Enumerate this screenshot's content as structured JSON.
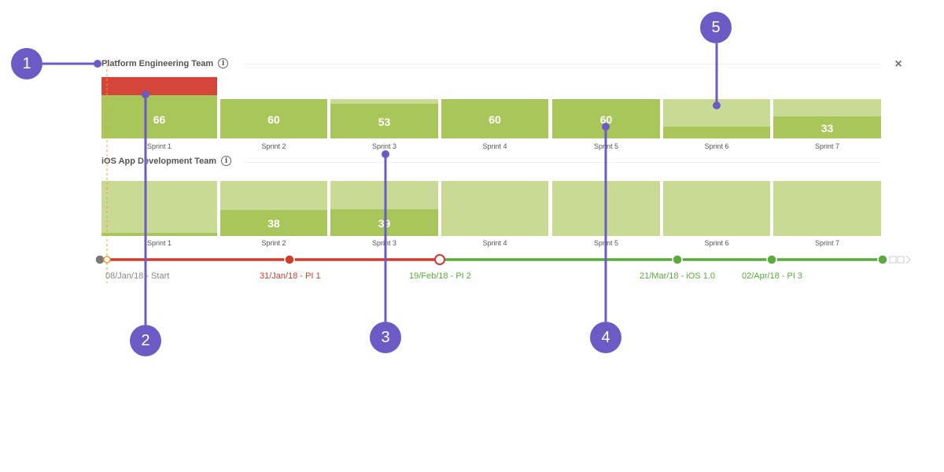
{
  "colors": {
    "fill": "#a9c65a",
    "capacity_bg": "#c8da94",
    "over": "#d5453a",
    "red": "#d23b2c",
    "green": "#5aab3c",
    "gray": "#888888",
    "callout": "#6c5bc4"
  },
  "close_icon": "close-icon",
  "info_icon_glyph": "i",
  "teams": [
    {
      "name": "Platform Engineering Team",
      "sprints": [
        {
          "label": "Sprint 1",
          "value": "66",
          "fill": 1.0,
          "over": 0.45
        },
        {
          "label": "Sprint 2",
          "value": "60",
          "fill": 1.0,
          "over": 0
        },
        {
          "label": "Sprint 3",
          "value": "53",
          "fill": 0.88,
          "over": 0
        },
        {
          "label": "Sprint 4",
          "value": "60",
          "fill": 1.0,
          "over": 0
        },
        {
          "label": "Sprint 5",
          "value": "60",
          "fill": 1.0,
          "over": 0
        },
        {
          "label": "Sprint 6",
          "value": "",
          "fill": 0.3,
          "over": 0
        },
        {
          "label": "Sprint 7",
          "value": "33",
          "fill": 0.55,
          "over": 0
        }
      ]
    },
    {
      "name": "iOS App Development Team",
      "sprints": [
        {
          "label": "Sprint 1",
          "value": "",
          "fill": 0.05,
          "over": 0
        },
        {
          "label": "Sprint 2",
          "value": "38",
          "fill": 0.47,
          "over": 0
        },
        {
          "label": "Sprint 3",
          "value": "39",
          "fill": 0.49,
          "over": 0
        },
        {
          "label": "Sprint 4",
          "value": "",
          "fill": 0,
          "over": 0
        },
        {
          "label": "Sprint 5",
          "value": "",
          "fill": 0,
          "over": 0
        },
        {
          "label": "Sprint 6",
          "value": "",
          "fill": 0,
          "over": 0
        },
        {
          "label": "Sprint 7",
          "value": "",
          "fill": 0,
          "over": 0
        }
      ]
    }
  ],
  "timeline": {
    "milestones": [
      {
        "label": "08/Jan/18 - Start",
        "color": "gray"
      },
      {
        "label": "31/Jan/18 - PI 1",
        "color": "red"
      },
      {
        "label": "19/Feb/18 - PI 2",
        "color": "green"
      },
      {
        "label": "21/Mar/18 - iOS 1.0",
        "color": "green"
      },
      {
        "label": "02/Apr/18 - PI 3",
        "color": "green"
      }
    ]
  },
  "callouts": [
    "1",
    "2",
    "3",
    "4",
    "5"
  ]
}
